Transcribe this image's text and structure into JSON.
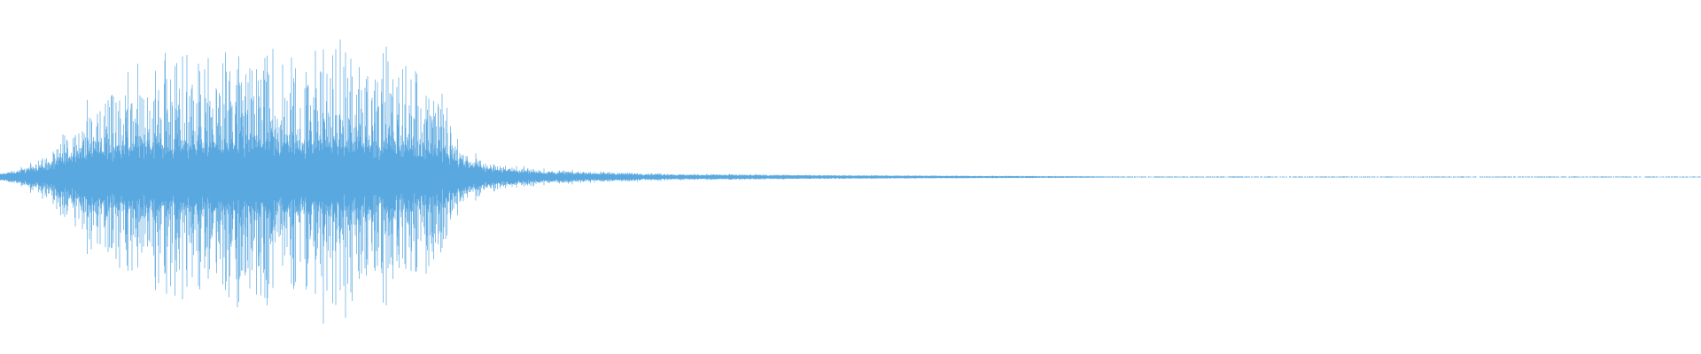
{
  "waveform": {
    "color": "#5aa8e0",
    "background": "#ffffff",
    "description_free": true,
    "envelope": [
      {
        "t": 0.0,
        "amp": 0.03
      },
      {
        "t": 0.01,
        "amp": 0.05
      },
      {
        "t": 0.02,
        "amp": 0.12
      },
      {
        "t": 0.03,
        "amp": 0.22
      },
      {
        "t": 0.045,
        "amp": 0.45
      },
      {
        "t": 0.06,
        "amp": 0.6
      },
      {
        "t": 0.075,
        "amp": 0.78
      },
      {
        "t": 0.1,
        "amp": 0.88
      },
      {
        "t": 0.13,
        "amp": 0.9
      },
      {
        "t": 0.16,
        "amp": 0.93
      },
      {
        "t": 0.2,
        "amp": 1.0
      },
      {
        "t": 0.225,
        "amp": 0.9
      },
      {
        "t": 0.245,
        "amp": 0.82
      },
      {
        "t": 0.26,
        "amp": 0.6
      },
      {
        "t": 0.27,
        "amp": 0.3
      },
      {
        "t": 0.285,
        "amp": 0.12
      },
      {
        "t": 0.31,
        "amp": 0.07
      },
      {
        "t": 0.35,
        "amp": 0.04
      },
      {
        "t": 0.4,
        "amp": 0.025
      },
      {
        "t": 0.48,
        "amp": 0.015
      },
      {
        "t": 0.56,
        "amp": 0.01
      },
      {
        "t": 0.64,
        "amp": 0.006
      },
      {
        "t": 0.65,
        "amp": 0.0
      }
    ],
    "dense_core": [
      {
        "t": 0.0,
        "amp": 0.02
      },
      {
        "t": 0.03,
        "amp": 0.08
      },
      {
        "t": 0.045,
        "amp": 0.18
      },
      {
        "t": 0.08,
        "amp": 0.22
      },
      {
        "t": 0.2,
        "amp": 0.24
      },
      {
        "t": 0.25,
        "amp": 0.22
      },
      {
        "t": 0.265,
        "amp": 0.14
      },
      {
        "t": 0.285,
        "amp": 0.06
      },
      {
        "t": 0.32,
        "amp": 0.03
      },
      {
        "t": 0.4,
        "amp": 0.015
      },
      {
        "t": 0.65,
        "amp": 0.004
      }
    ]
  }
}
